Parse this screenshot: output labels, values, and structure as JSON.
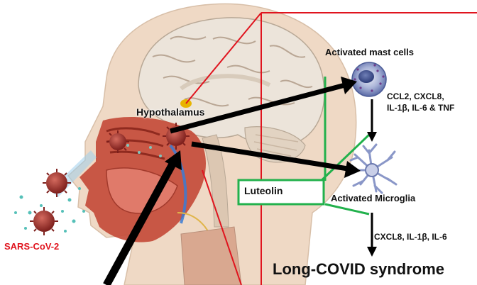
{
  "labels": {
    "hypothalamus": "Hypothalamus",
    "virus": "SARS-CoV-2",
    "mast_cells": "Activated mast cells",
    "mast_cytokines_line1": "CCL2, CXCL8,",
    "mast_cytokines_line2": "IL-1β, IL-6 & TNF",
    "luteolin": "Luteolin",
    "microglia": "Activated Microglia",
    "microglia_cytokines": "CXCL8, IL-1β, IL-6",
    "syndrome": "Long-COVID syndrome"
  },
  "colors": {
    "frame_red": "#e0141e",
    "inhibit_green": "#22b14c",
    "arrow": "#000000",
    "virus": "#a8322e",
    "skin": "#efd9c5",
    "brain": "#ece4da",
    "tissue": "#c44c3a",
    "hypothalamus": "#e8b400"
  },
  "icons": [
    "virus-particle-icon",
    "mast-cell-icon",
    "microglia-cell-icon"
  ]
}
